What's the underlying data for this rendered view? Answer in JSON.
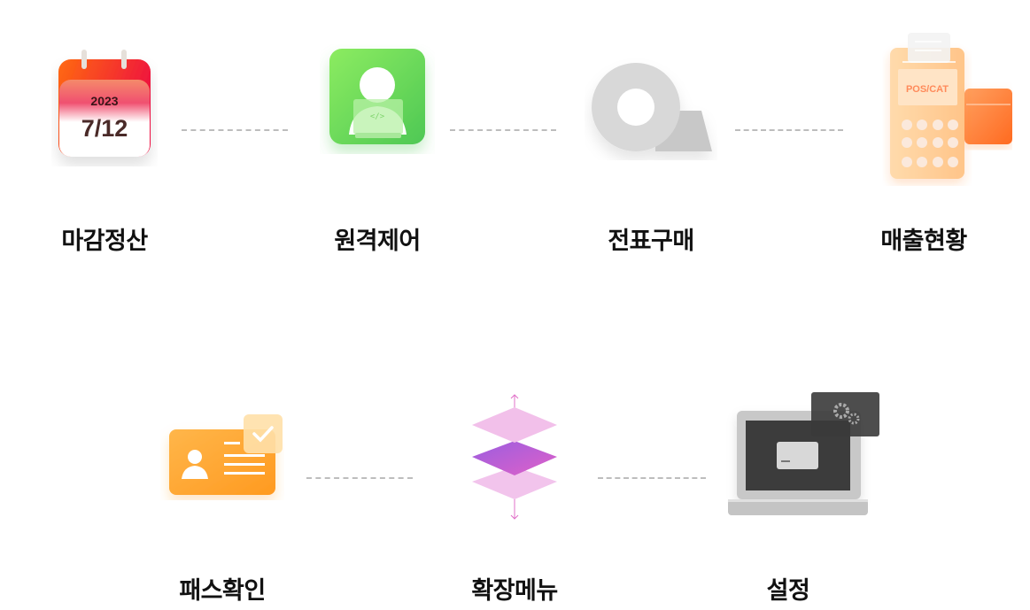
{
  "menu": [
    {
      "label": "마감정산",
      "icon": "calendar-icon",
      "year": "2023",
      "date": "7/12"
    },
    {
      "label": "원격제어",
      "icon": "remote-user-icon",
      "code": "</>"
    },
    {
      "label": "전표구매",
      "icon": "receipt-roll-icon"
    },
    {
      "label": "매출현황",
      "icon": "pos-terminal-icon",
      "screen": "POS/CAT"
    },
    {
      "label": "패스확인",
      "icon": "id-card-icon"
    },
    {
      "label": "확장메뉴",
      "icon": "layers-icon"
    },
    {
      "label": "설정",
      "icon": "laptop-settings-icon"
    }
  ],
  "colors": {
    "calendar": "#f0243c",
    "remote": "#5fd65a",
    "pos": "#ffcf9a",
    "card": "#ff7a2e",
    "idcard": "#ffa63a",
    "layers": "#c06ae0"
  }
}
